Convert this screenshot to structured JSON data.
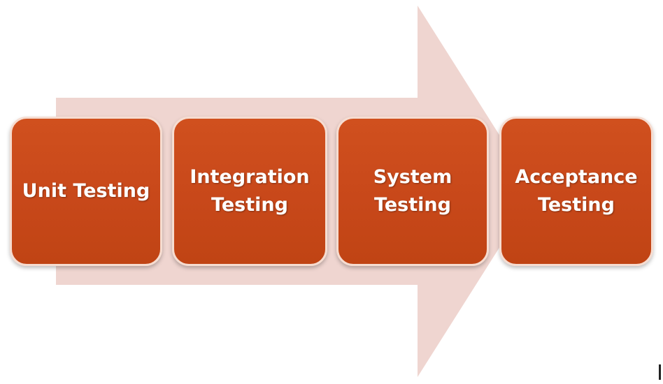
{
  "diagram": {
    "stages": [
      {
        "label": "Unit Testing"
      },
      {
        "label": "Integration Testing"
      },
      {
        "label": "System Testing"
      },
      {
        "label": "Acceptance Testing"
      }
    ]
  },
  "colors": {
    "arrow": "#efd5d0",
    "box_fill": "#c8481a",
    "box_border": "#f6dcd0",
    "text": "#ffffff"
  }
}
